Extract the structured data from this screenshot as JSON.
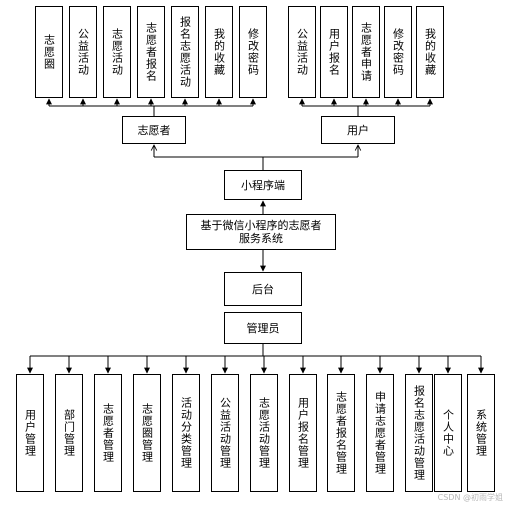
{
  "diagram": {
    "center": {
      "miniprogram": "小程序端",
      "system_line1": "基于微信小程序的志愿者",
      "system_line2": "服务系统",
      "backend": "后台",
      "admin": "管理员"
    },
    "roles": {
      "volunteer": "志愿者",
      "user": "用户"
    },
    "volunteer_modules": [
      "志愿圈",
      "公益活动",
      "志愿活动",
      "志愿者报名",
      "报名志愿活动",
      "我的收藏",
      "修改密码"
    ],
    "user_modules": [
      "公益活动",
      "用户报名",
      "志愿者申请",
      "修改密码",
      "我的收藏"
    ],
    "admin_modules": [
      "用户管理",
      "部门管理",
      "志愿者管理",
      "志愿圈管理",
      "活动分类管理",
      "公益活动管理",
      "志愿活动管理",
      "用户报名管理",
      "志愿者报名管理",
      "申请志愿者管理",
      "报名志愿活动管理",
      "个人中心",
      "系统管理"
    ]
  },
  "watermark": "CSDN @初雨学姐"
}
